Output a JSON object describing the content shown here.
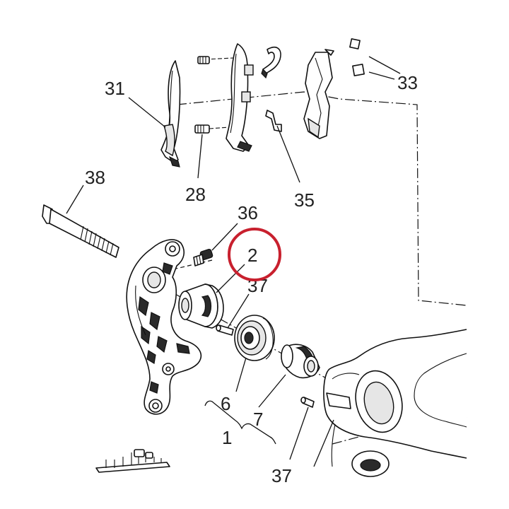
{
  "callouts": {
    "c31": "31",
    "c33": "33",
    "c28": "28",
    "c35": "35",
    "c38": "38",
    "c36": "36",
    "c2": "2",
    "c37_top": "37",
    "c6": "6",
    "c7": "7",
    "c1": "1",
    "c37_bottom": "37"
  },
  "highlight": {
    "target_callout": "2",
    "color": "#c8202e"
  },
  "colors": {
    "line": "#111111",
    "text": "#222222",
    "background": "#ffffff"
  }
}
